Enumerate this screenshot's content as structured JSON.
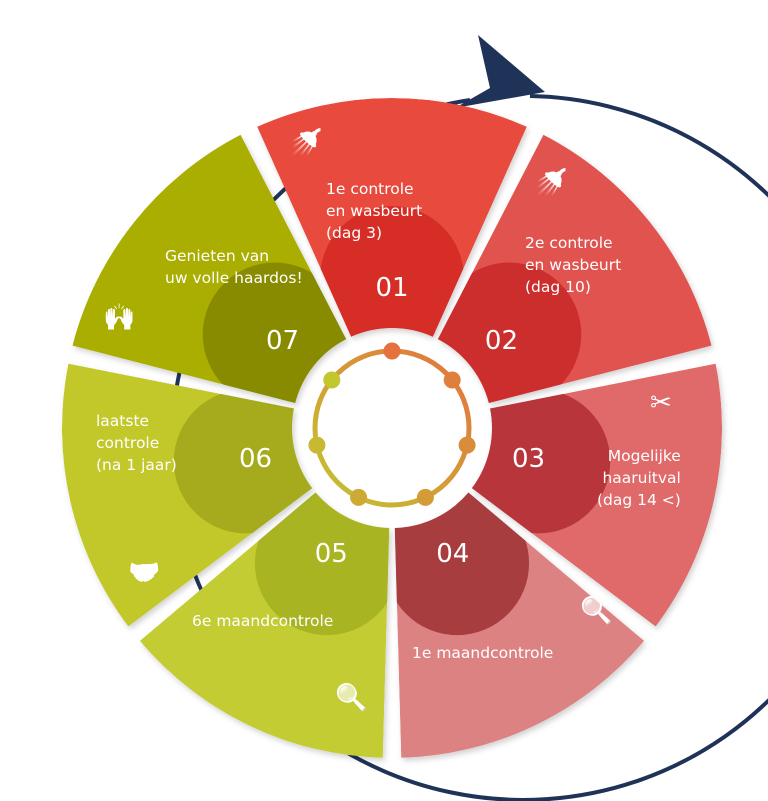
{
  "steps": [
    {
      "number": "01",
      "lines": [
        "1e controle",
        "en wasbeurt",
        "(dag 3)"
      ],
      "icon": "hair-wash-icon",
      "color": "#e84c3d",
      "dark": "#d62d26"
    },
    {
      "number": "02",
      "lines": [
        "2e controle",
        "en wasbeurt",
        "(dag 10)"
      ],
      "icon": "hair-wash-icon",
      "color": "#e05350",
      "dark": "#cc2e2e"
    },
    {
      "number": "03",
      "lines": [
        "Mogelijke",
        "haaruitval",
        "(dag 14 <)"
      ],
      "icon": "comb-icon",
      "color": "#e06a6a",
      "dark": "#b8343a"
    },
    {
      "number": "04",
      "lines": [
        "1e maandcontrole"
      ],
      "icon": "magnifier-icon",
      "color": "#dd8282",
      "dark": "#a83c40"
    },
    {
      "number": "05",
      "lines": [
        "6e maandcontrole"
      ],
      "icon": "magnifier-icon",
      "color": "#c3cc30",
      "dark": "#a8b420"
    },
    {
      "number": "06",
      "lines": [
        "laatste",
        "controle",
        "(na 1 jaar)"
      ],
      "icon": "handshake-icon",
      "color": "#c2c82a",
      "dark": "#a5ab1c"
    },
    {
      "number": "07",
      "lines": [
        "Genieten van",
        "uw volle haardos!"
      ],
      "icon": "celebration-icon",
      "color": "#a9ae06",
      "dark": "#888b00"
    }
  ],
  "colors": {
    "arrow": "#1f3358",
    "ring_start": "#e5713f",
    "ring_end": "#c2c62f"
  }
}
